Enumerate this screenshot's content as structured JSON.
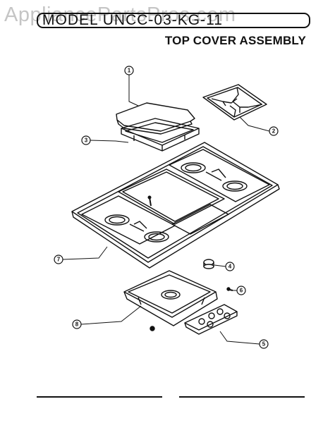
{
  "header": {
    "watermark": "AppliancePartsPros.com",
    "model": "MODEL UNCC-03-KG-11",
    "title": "TOP COVER ASSEMBLY"
  },
  "callouts": [
    {
      "id": "callout-1",
      "label": "1"
    },
    {
      "id": "callout-2",
      "label": "2"
    },
    {
      "id": "callout-3",
      "label": "3"
    },
    {
      "id": "callout-4",
      "label": "4"
    },
    {
      "id": "callout-5",
      "label": "5"
    },
    {
      "id": "callout-6",
      "label": "6"
    },
    {
      "id": "callout-7",
      "label": "7"
    },
    {
      "id": "callout-8",
      "label": "8"
    }
  ],
  "colors": {
    "ink": "#111111",
    "watermark": "#969696"
  }
}
